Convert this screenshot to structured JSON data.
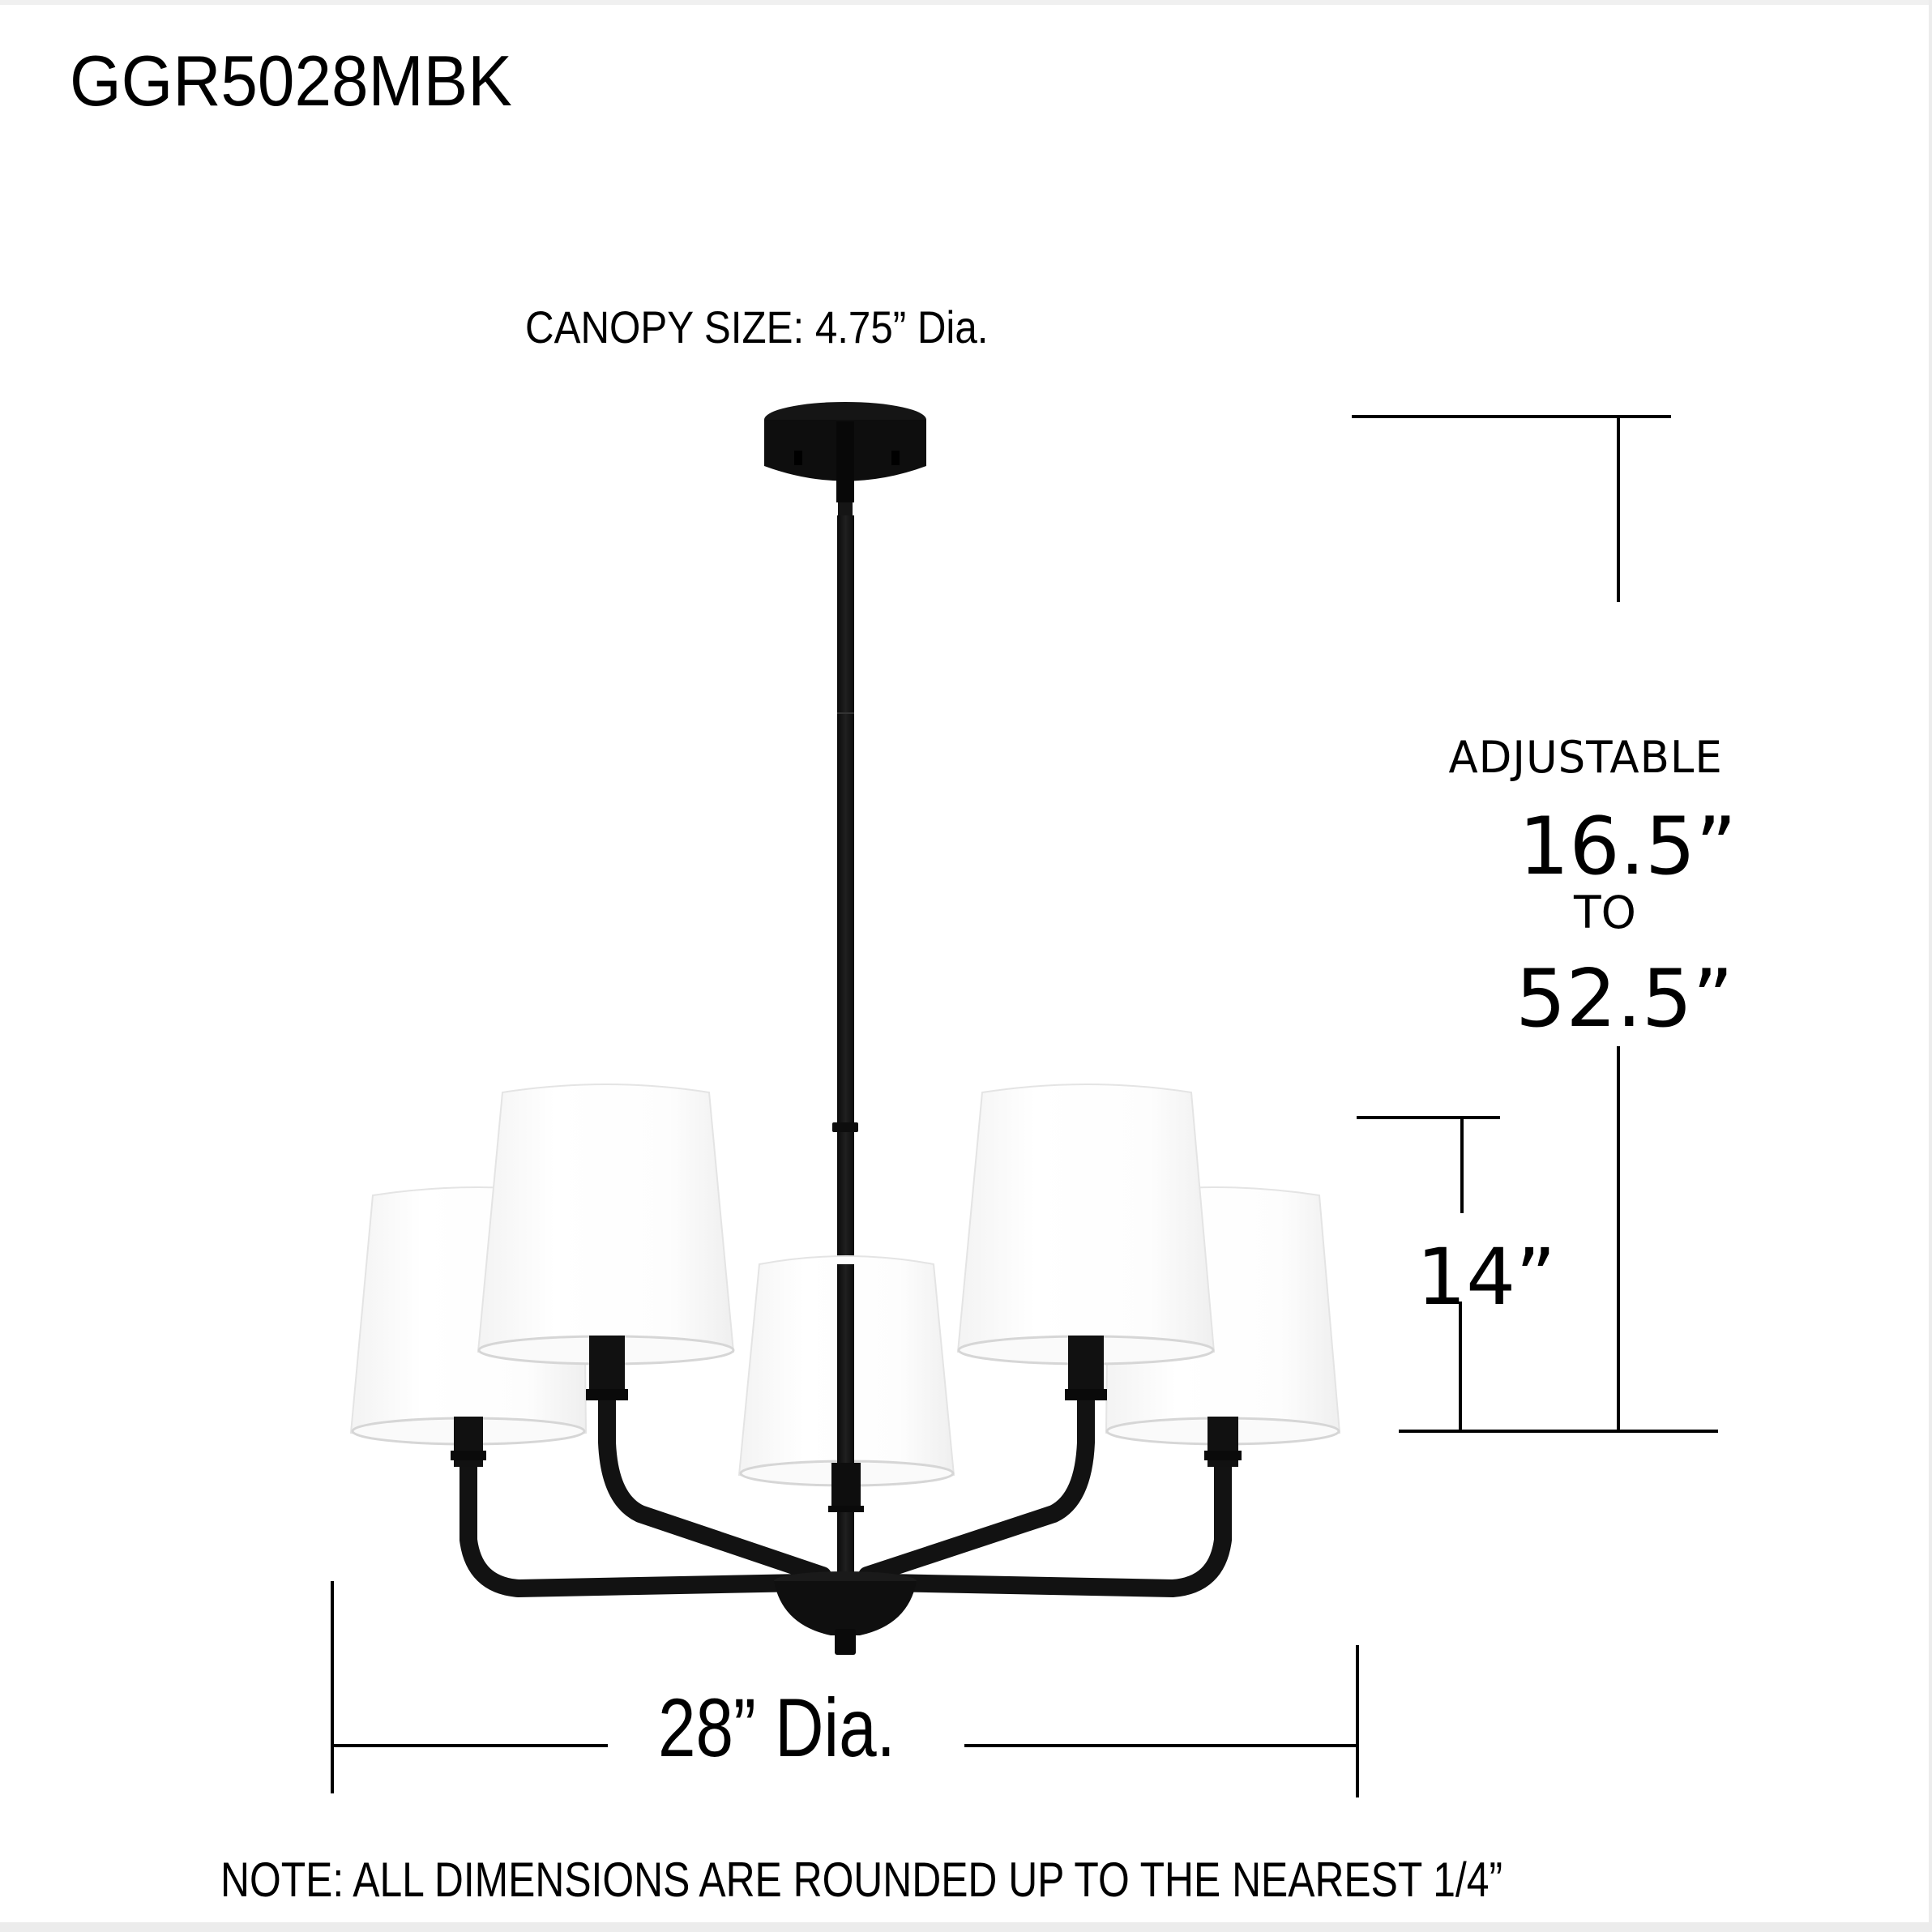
{
  "header": {
    "model_number": "GGR5028MBK"
  },
  "canopy": {
    "label": "CANOPY SIZE:  4.75” Dia."
  },
  "dimensions": {
    "adjustable_label": "ADJUSTABLE",
    "overall_height_min": "16.5”",
    "range_separator": "TO",
    "overall_height_max": "52.5”",
    "fixture_height": "14”",
    "diameter": "28” Dia."
  },
  "footer": {
    "note": "NOTE: ALL DIMENSIONS ARE ROUNDED UP TO THE NEAREST 1/4”"
  },
  "fixture": {
    "finish_color": "#111111",
    "shade_color": "#ffffff",
    "shade_rim_color": "#d9d9d9",
    "light_count": 5
  },
  "colors": {
    "text": "#000000",
    "background": "#ffffff",
    "border": "#ececec"
  }
}
